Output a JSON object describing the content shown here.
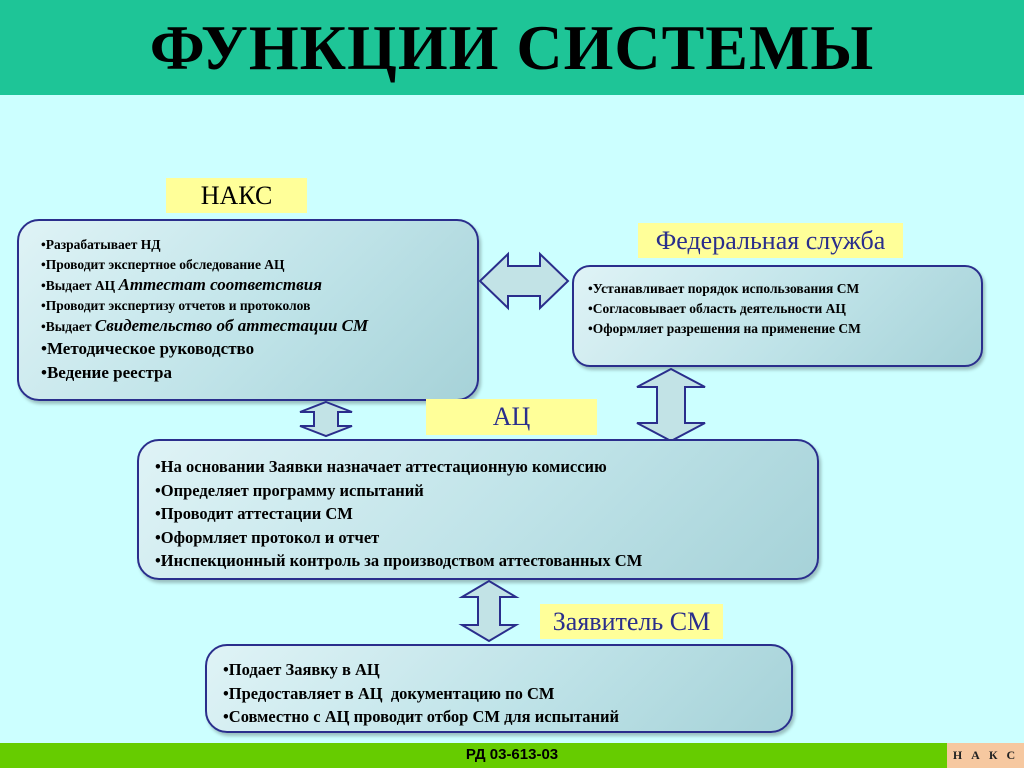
{
  "title": "ФУНКЦИИ СИСТЕМЫ",
  "naks": {
    "label": "НАКС",
    "items": [
      {
        "plain": "Разрабатывает НД",
        "italic": ""
      },
      {
        "plain": "Проводит экспертное обследование АЦ",
        "italic": ""
      },
      {
        "plain": "Выдает АЦ",
        "italic": "Аттестат соответствия"
      },
      {
        "plain": "Проводит экспертизу отчетов и протоколов",
        "italic": ""
      },
      {
        "plain": "Выдает",
        "italic": "Свидетельство об аттестации СМ"
      },
      {
        "plain": "Методическое руководство",
        "italic": ""
      },
      {
        "plain": "Ведение реестра",
        "italic": ""
      }
    ]
  },
  "federal": {
    "label": "Федеральная служба",
    "items": [
      "Устанавливает порядок использования СМ",
      "Согласовывает область деятельности АЦ",
      "Оформляет разрешения на применение СМ"
    ]
  },
  "ac": {
    "label": "АЦ",
    "items": [
      "На основании Заявки назначает аттестационную комиссию",
      "Определяет программу испытаний",
      "Проводит аттестации СМ",
      "Оформляет протокол и отчет",
      "Инспекционный контроль за производством аттестованных СМ"
    ]
  },
  "applicant": {
    "label": "Заявитель СМ",
    "items": [
      "Подает Заявку в АЦ",
      "Предоставляет в АЦ  документацию по СМ",
      "Совместно с АЦ проводит отбор СМ для испытаний"
    ]
  },
  "footer": {
    "code": "РД 03-613-03",
    "logo": "Н А К С"
  },
  "colors": {
    "background": "#ccffff",
    "title_bar": "#1ec597",
    "label_fill": "#ffff99",
    "box_border": "#2a2e8c",
    "arrow_fill": "#c2e3e6",
    "footer": "#66cc00",
    "footer_logo": "#f6c8a0"
  }
}
